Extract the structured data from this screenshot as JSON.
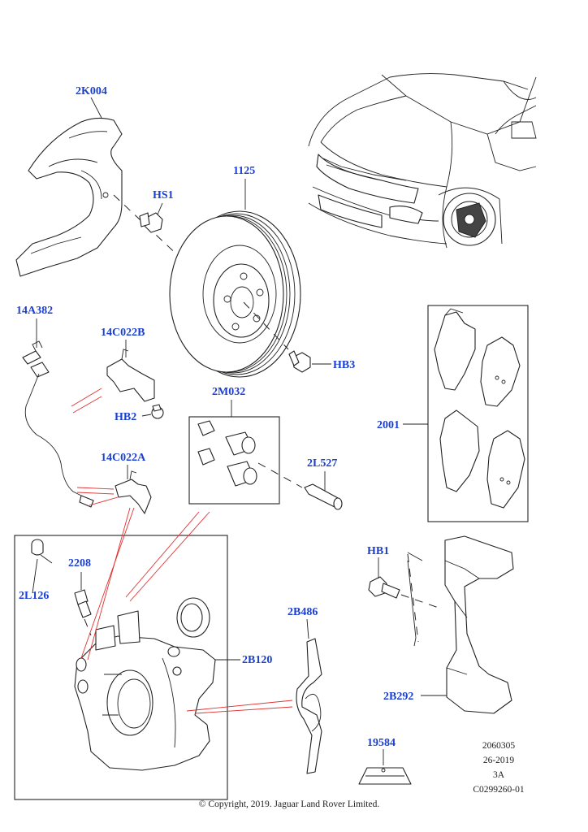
{
  "labels": {
    "shield": "2K004",
    "disc": "1125",
    "bolt_hs1": "HS1",
    "bolt_hb3": "HB3",
    "sensor": "14A382",
    "bracket_b": "14C022B",
    "bolt_hb2": "HB2",
    "kit": "2M032",
    "pin": "2L527",
    "pads": "2001",
    "bracket_a": "14C022A",
    "bleed_screw": "2208",
    "cap": "2L126",
    "caliper": "2B120",
    "spring": "2B486",
    "bolt_hb1": "HB1",
    "carrier": "2B292",
    "grease": "19584"
  },
  "meta": {
    "line1": "2060305",
    "line2": "26-2019",
    "line3": "3A",
    "line4": "C0299260-01"
  },
  "copyright": "© Copyright, 2019. Jaguar Land Rover Limited."
}
